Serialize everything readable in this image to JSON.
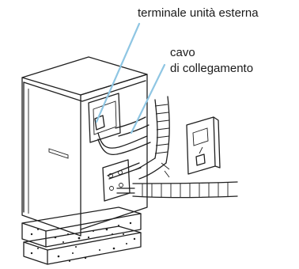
{
  "labels": {
    "outdoor_terminal": "terminale unità esterna",
    "connection_cable_line1": "cavo",
    "connection_cable_line2": "di collegamento"
  },
  "colors": {
    "leader_lines": "#8fc6e3",
    "outline": "#1f1f1f",
    "background": "#ffffff"
  }
}
